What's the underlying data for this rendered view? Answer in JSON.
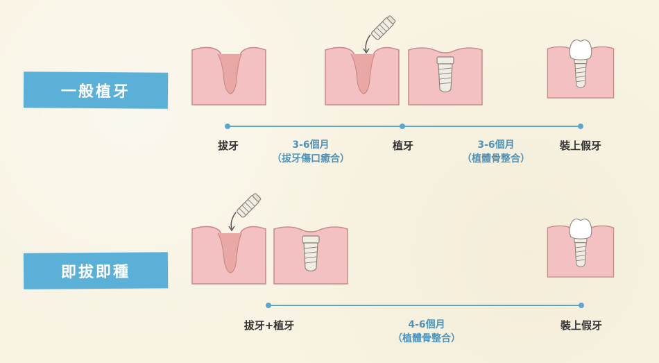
{
  "colors": {
    "banner": "#5bb0d8",
    "gum": "#f3c1c1",
    "gum_outline": "#c88a8a",
    "socket": "#e9a8a6",
    "timeline": "#5ba7cc",
    "duration_text": "#4f93b8",
    "stage_text": "#333333",
    "crown": "#ffffff",
    "implant": "#f1ece4"
  },
  "rows": [
    {
      "title": "一般植牙",
      "stages": [
        "拔牙",
        "植牙",
        "裝上假牙"
      ],
      "durations": [
        {
          "line1": "3-6個月",
          "line2": "（拔牙傷口癒合）"
        },
        {
          "line1": "3-6個月",
          "line2": "（植體骨整合）"
        }
      ],
      "panels": [
        "extraction-socket",
        "socket-with-implant-tool",
        "implant-in-bone",
        "implant-with-crown"
      ]
    },
    {
      "title": "即拔即種",
      "stages": [
        "拔牙+植牙",
        "裝上假牙"
      ],
      "durations": [
        {
          "line1": "4-6個月",
          "line2": "（植體骨整合）"
        }
      ],
      "panels": [
        "socket-with-implant-tool",
        "implant-in-bone",
        "implant-with-crown"
      ]
    }
  ]
}
